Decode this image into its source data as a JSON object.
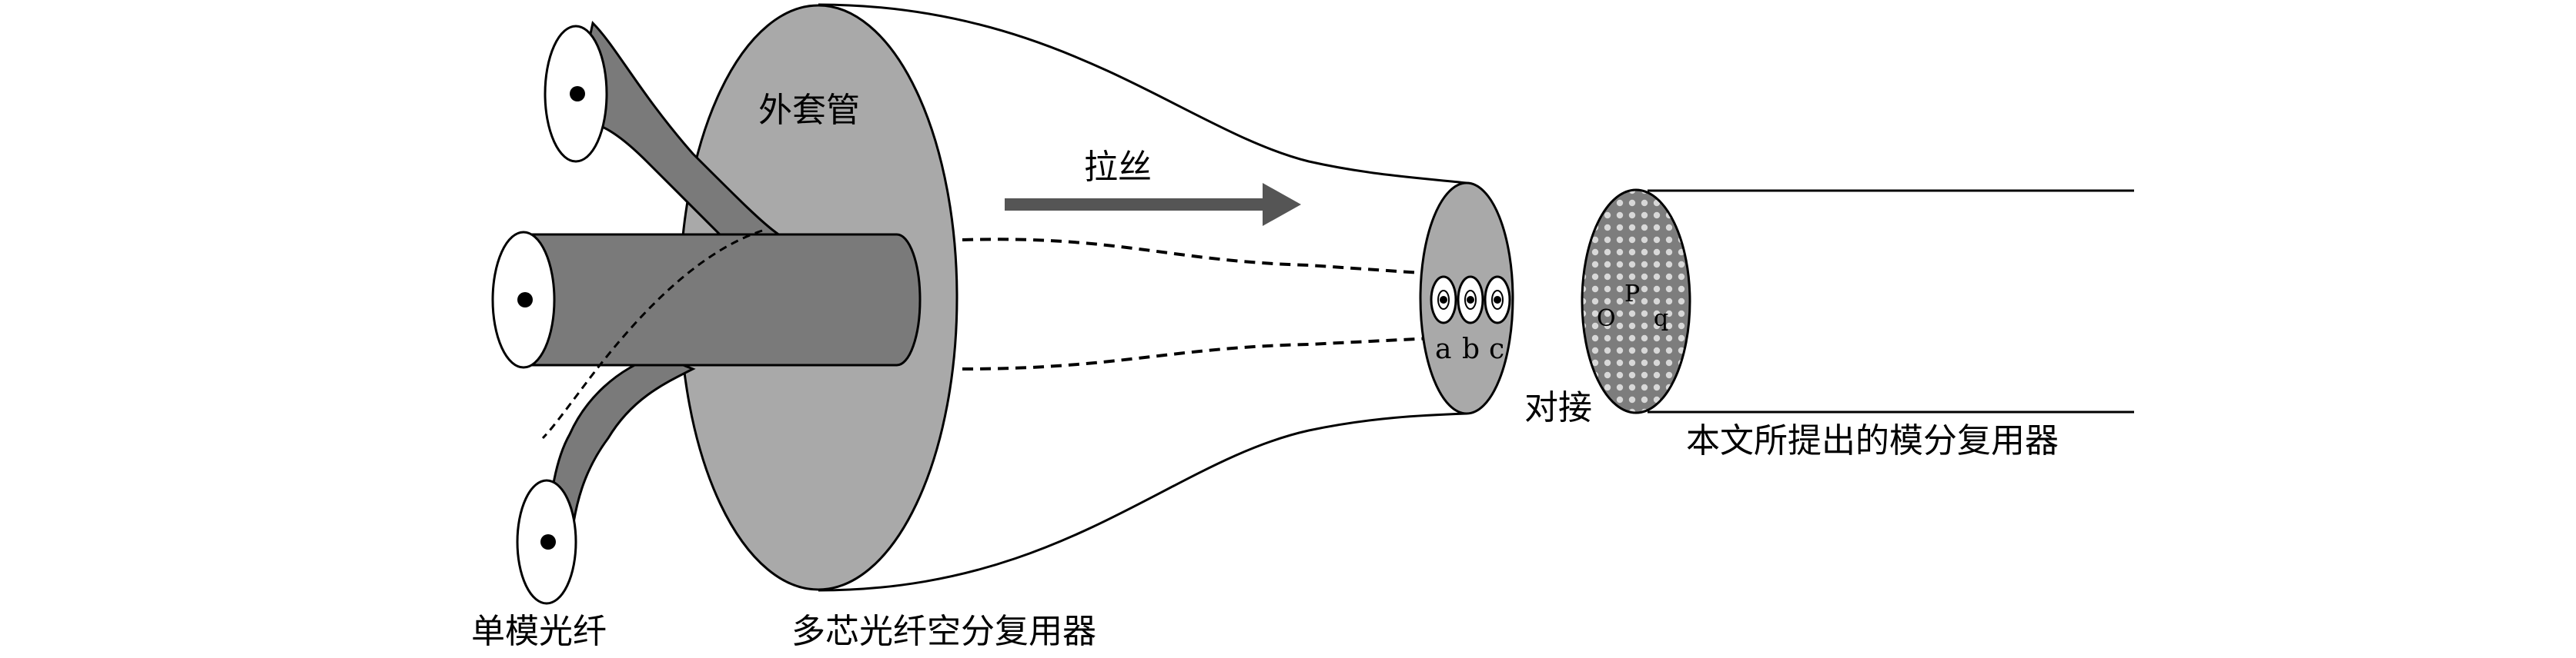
{
  "labels": {
    "outer_tube": "外套管",
    "drawing": "拉丝",
    "single_mode_fiber": "单模光纤",
    "multicore_sdm": "多芯光纤空分复用器",
    "splice": "对接",
    "proposed_mdm": "本文所提出的模分复用器"
  },
  "cores": {
    "a": "a",
    "b": "b",
    "c": "c"
  },
  "holey": {
    "p": "P",
    "o": "O",
    "q": "q"
  },
  "colors": {
    "fiber_dark": "#7a7a7a",
    "tube_light": "#a9a9a9",
    "arrow": "#555555",
    "holey_face": "#7d7d7d"
  }
}
